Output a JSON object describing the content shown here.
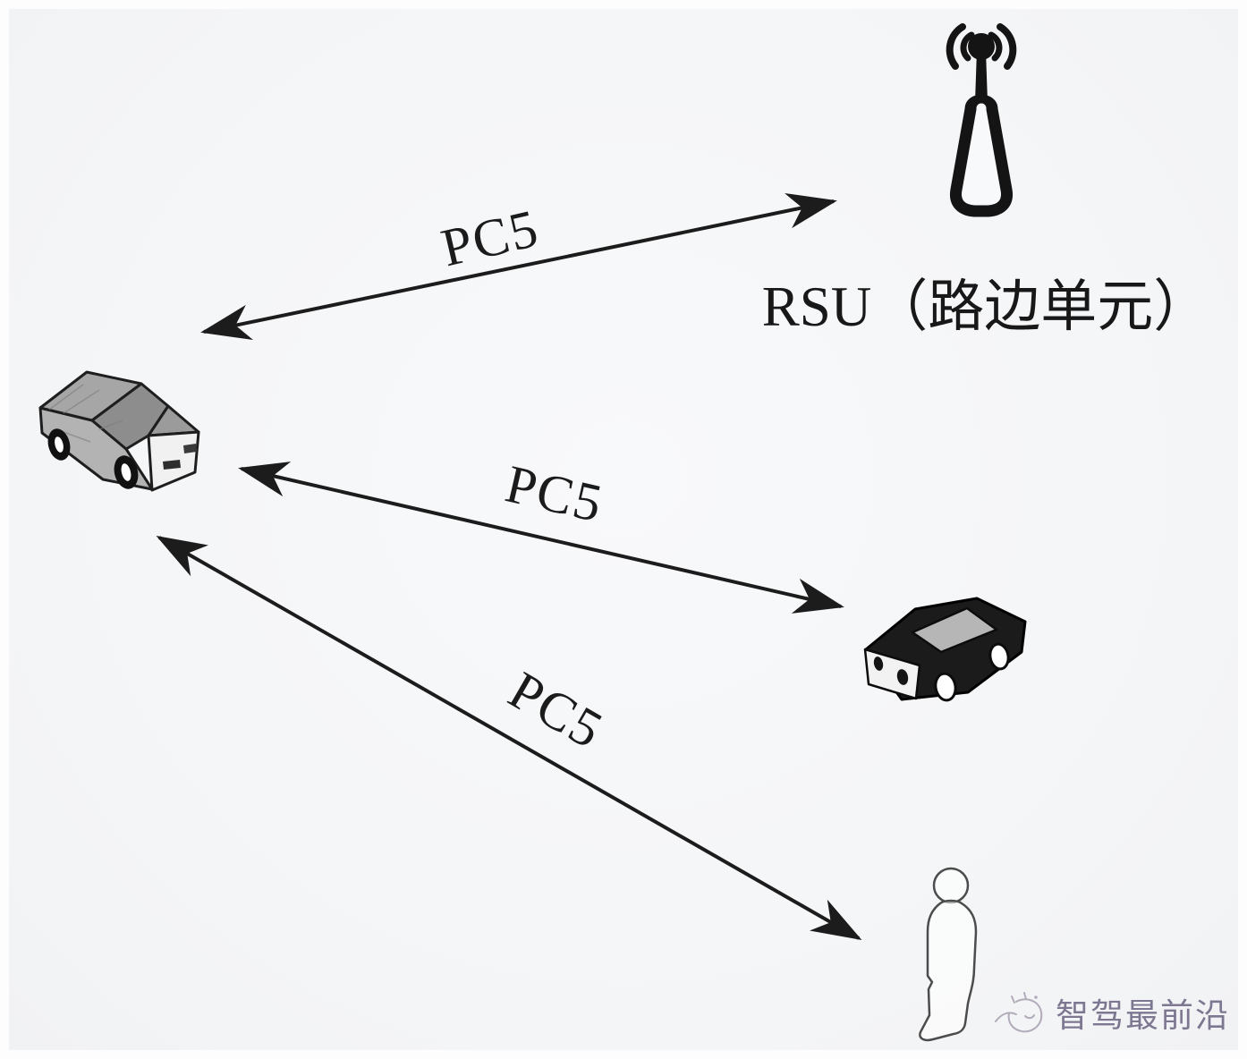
{
  "canvas": {
    "background": "#f5f6f8",
    "ink_color": "#1c1c1c",
    "watermark_color": "#6a6280"
  },
  "nodes": {
    "rsu": {
      "label": "RSU（路边单元）",
      "icon": "antenna-icon"
    },
    "ego_vehicle": {
      "icon": "gray-car-icon"
    },
    "remote_vehicle": {
      "icon": "black-car-icon"
    },
    "pedestrian": {
      "icon": "pedestrian-icon"
    }
  },
  "links": [
    {
      "from": "ego_vehicle",
      "to": "rsu",
      "label": "PC5",
      "style": "double-headed-arrow"
    },
    {
      "from": "ego_vehicle",
      "to": "remote_vehicle",
      "label": "PC5",
      "style": "double-headed-arrow"
    },
    {
      "from": "ego_vehicle",
      "to": "pedestrian",
      "label": "PC5",
      "style": "double-headed-arrow"
    }
  ],
  "watermark": {
    "logo": "cat-sketch-logo",
    "text": "智驾最前沿"
  }
}
